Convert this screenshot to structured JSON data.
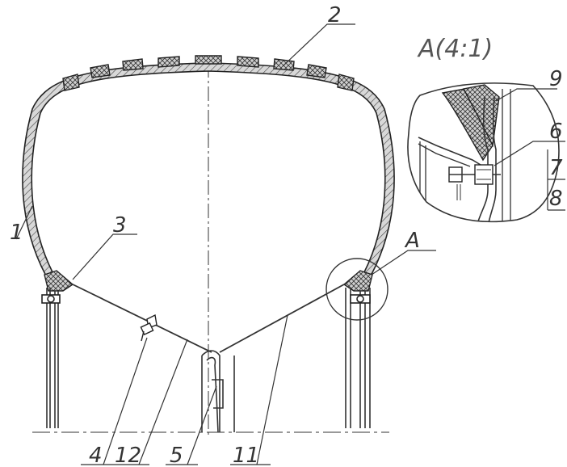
{
  "detail_title": "A(4:1)",
  "callout_letter": "A",
  "labels": {
    "l1": "1",
    "l2": "2",
    "l3": "3",
    "l4": "4",
    "l5": "5",
    "l6": "6",
    "l7": "7",
    "l8": "8",
    "l9": "9",
    "l11": "11",
    "l12": "12"
  }
}
